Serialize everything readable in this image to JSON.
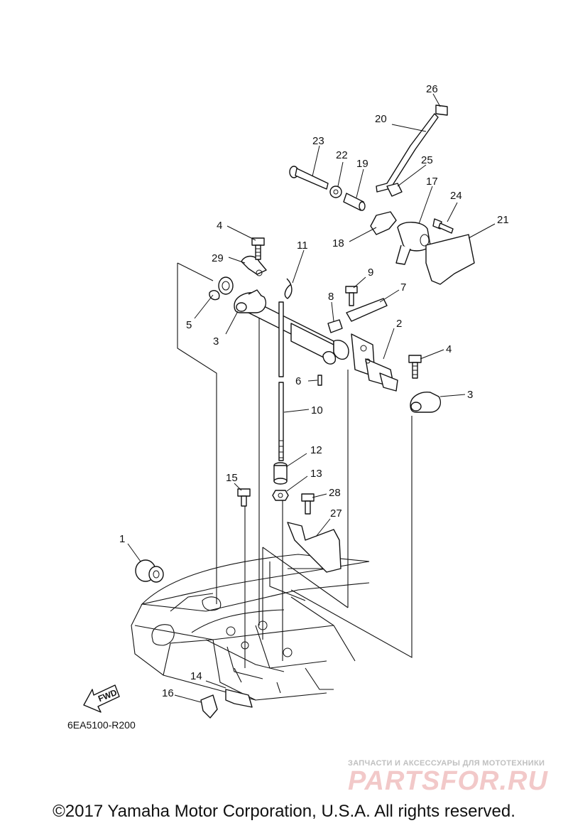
{
  "diagram": {
    "callouts": [
      "1",
      "2",
      "3",
      "3",
      "4",
      "4",
      "5",
      "6",
      "7",
      "8",
      "9",
      "10",
      "11",
      "12",
      "13",
      "14",
      "15",
      "16",
      "17",
      "18",
      "19",
      "20",
      "21",
      "22",
      "23",
      "24",
      "25",
      "26",
      "27",
      "28",
      "29"
    ],
    "fwd_label": "FWD",
    "diagram_code": "6EA5100-R200"
  },
  "watermark": {
    "tagline": "ЗАПЧАСТИ И АКСЕССУАРЫ ДЛЯ МОТОТЕХНИКИ",
    "brand": "PARTSFOR.RU"
  },
  "footer": {
    "copyright": "©2017 Yamaha Motor Corporation, U.S.A. All rights reserved."
  }
}
